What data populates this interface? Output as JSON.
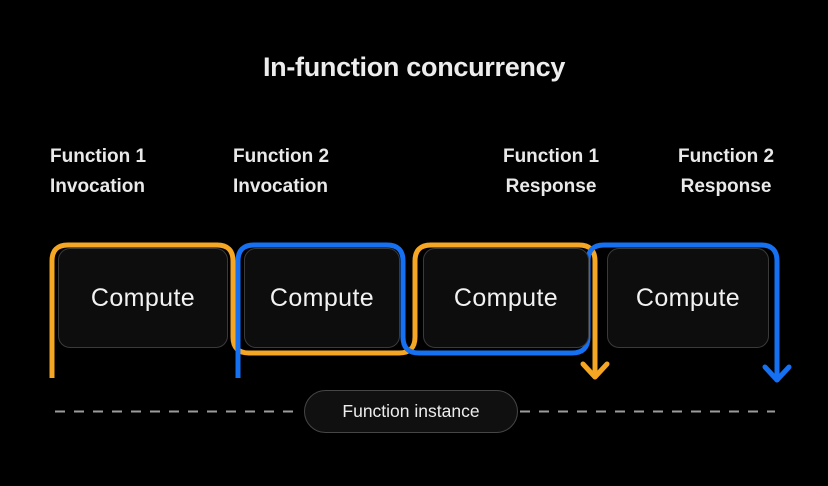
{
  "title": "In-function concurrency",
  "columns": [
    {
      "label": {
        "line1": "Function 1",
        "line2": "Invocation"
      },
      "box_label": "Compute"
    },
    {
      "label": {
        "line1": "Function 2",
        "line2": "Invocation"
      },
      "box_label": "Compute"
    },
    {
      "label": {
        "line1": "Function 1",
        "line2": "Response"
      },
      "box_label": "Compute"
    },
    {
      "label": {
        "line1": "Function 2",
        "line2": "Response"
      },
      "box_label": "Compute"
    }
  ],
  "instance": {
    "label": "Function instance"
  },
  "colors": {
    "background": "#000000",
    "function1_orange": "#F5A623",
    "function2_blue": "#1670F2",
    "box_fill": "#0D0D0D",
    "box_border": "#3A3A3A",
    "text": "#F2F2F2",
    "dash_gray": "#9B9B9B",
    "pill_bg": "#101010",
    "pill_border": "#464646"
  }
}
